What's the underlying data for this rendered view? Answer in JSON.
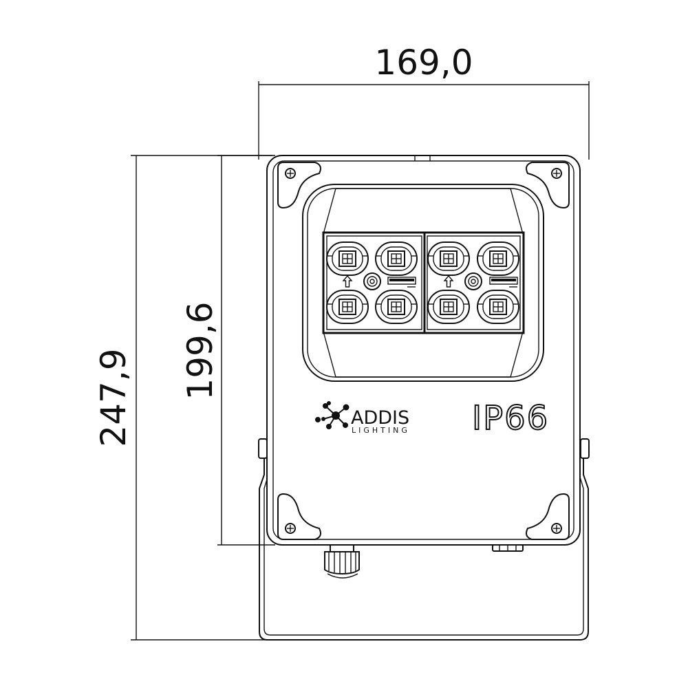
{
  "dimensions": {
    "width_label": "169,0",
    "total_height_label": "247,9",
    "body_height_label": "199,6"
  },
  "brand": {
    "name": "ADDIS",
    "subtitle": "LIGHTING"
  },
  "rating": {
    "ip_label": "IP66"
  },
  "icons": [
    "connector-icon",
    "arrow-up-icon",
    "knob-icon",
    "label-plate-icon",
    "screw-icon",
    "cable-gland-icon",
    "addis-logo-icon"
  ],
  "colors": {
    "line": "#111111",
    "background": "#ffffff"
  }
}
